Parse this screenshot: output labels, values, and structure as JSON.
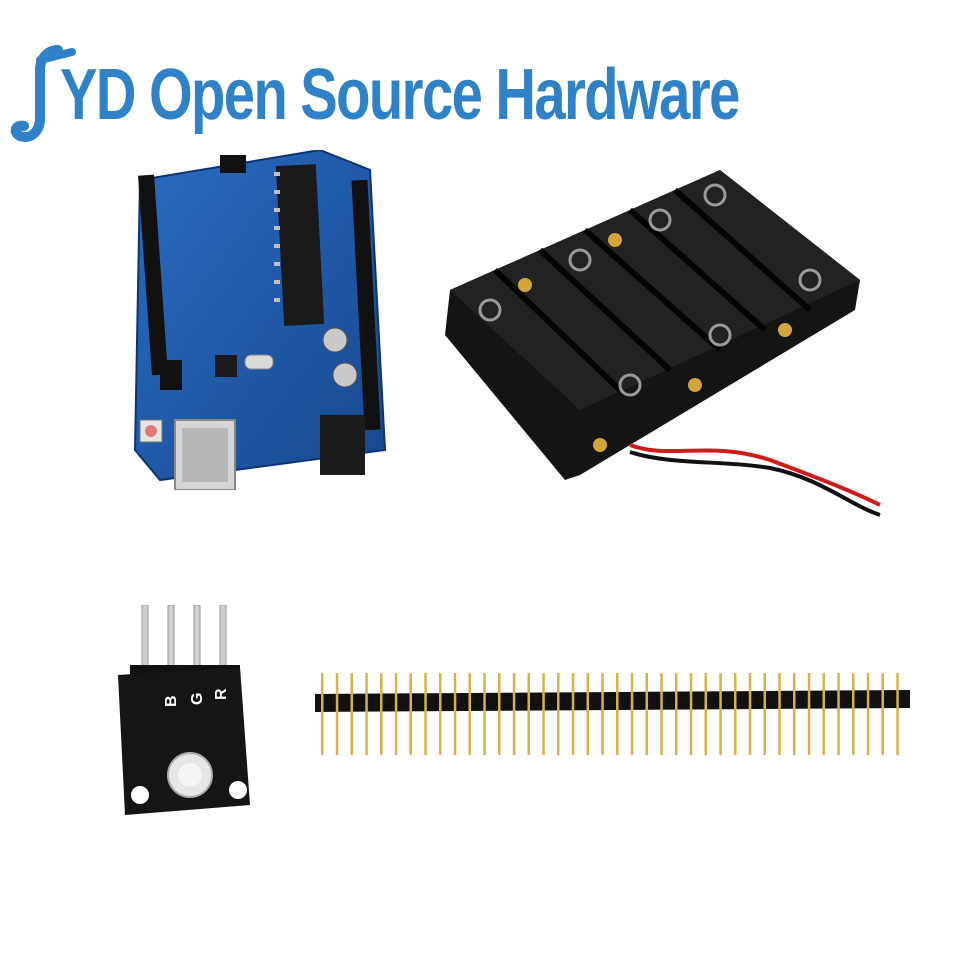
{
  "brand": {
    "title": "YD Open Source Hardware",
    "color": "#2f82c8"
  },
  "products": [
    {
      "name": "uno-board",
      "board_color": "#1f5aa6"
    },
    {
      "name": "battery-holder",
      "slots": 6,
      "body_color": "#141414",
      "wire_colors": [
        "#d11a1a",
        "#111111"
      ]
    },
    {
      "name": "rgb-led-module",
      "pin_labels": [
        "R",
        "G",
        "B"
      ],
      "body_color": "#151515"
    },
    {
      "name": "pin-header-strip",
      "pins": 40,
      "pin_color": "#d7b24a"
    }
  ]
}
